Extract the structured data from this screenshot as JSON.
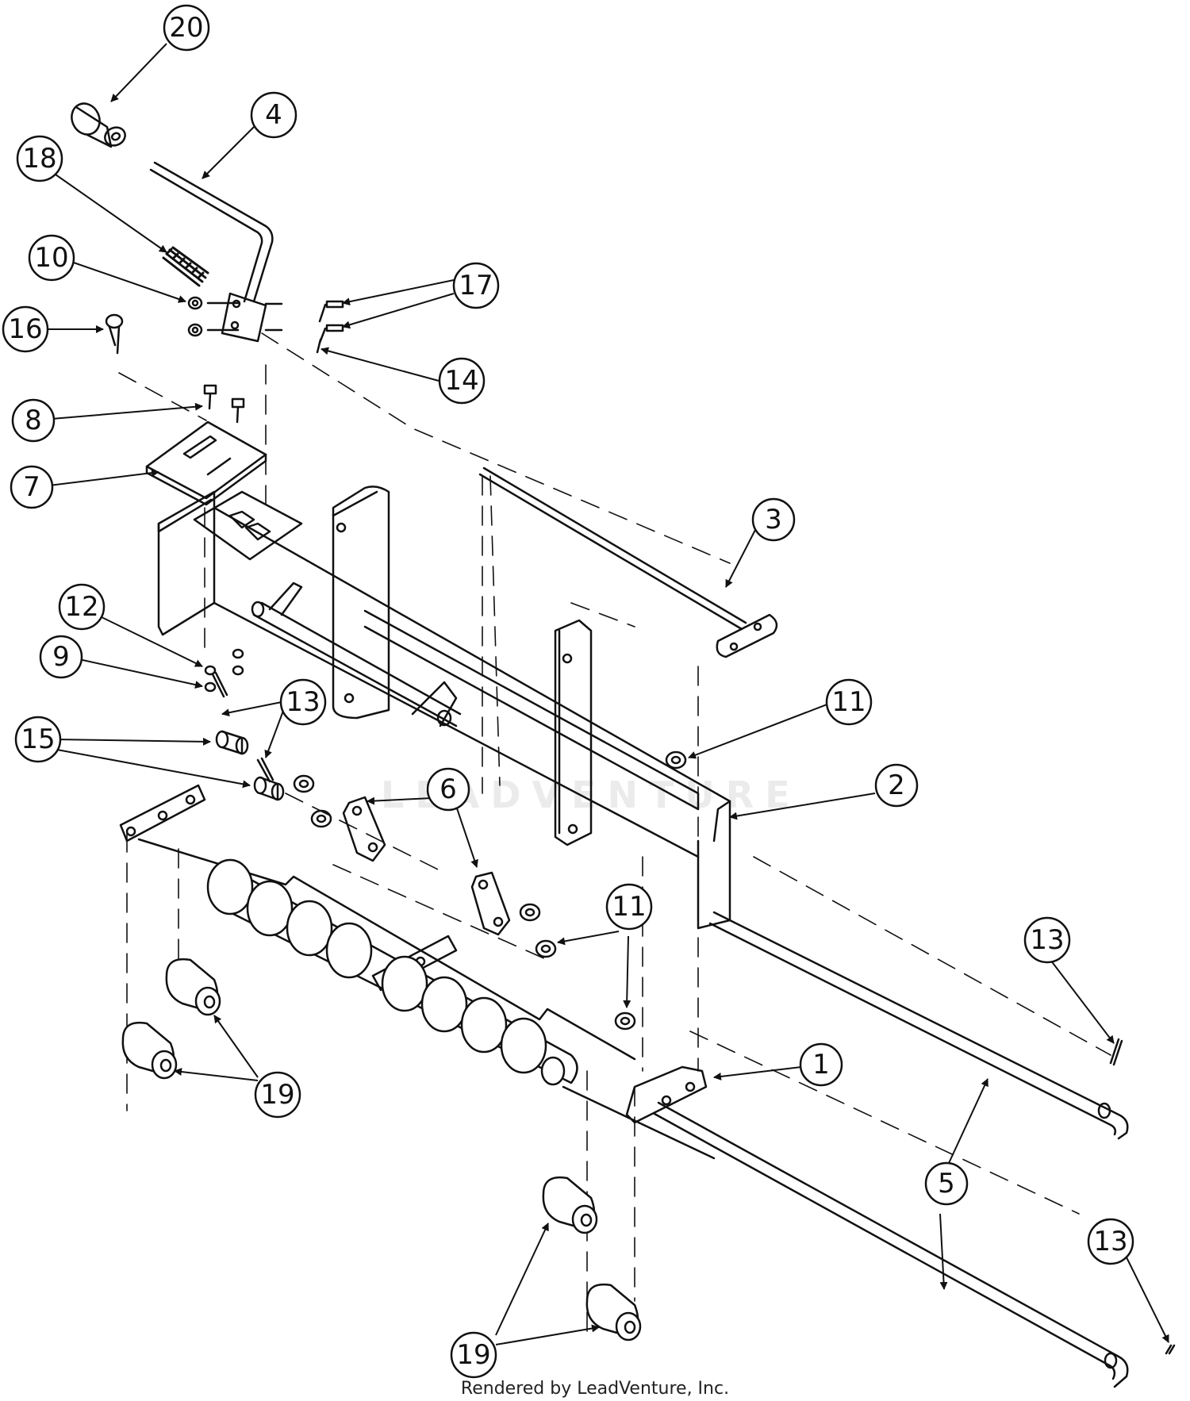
{
  "watermark": "LEADVENTURE",
  "footer": "Rendered by LeadVenture, Inc.",
  "callouts": [
    "20",
    "4",
    "18",
    "10",
    "17",
    "16",
    "14",
    "8",
    "7",
    "3",
    "12",
    "9",
    "13",
    "15",
    "11",
    "6",
    "2",
    "11",
    "13",
    "1",
    "19",
    "5",
    "19",
    "13"
  ]
}
